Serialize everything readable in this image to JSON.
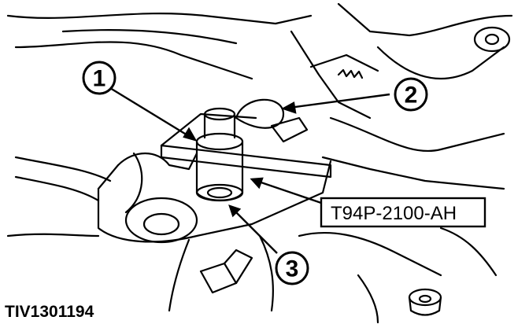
{
  "figure": {
    "figure_id": "TIV1301194",
    "tool_label": "T94P-2100-AH",
    "callouts": [
      {
        "number": "1",
        "target": "spacer-sleeve"
      },
      {
        "number": "2",
        "target": "wire-loop-clip"
      },
      {
        "number": "3",
        "target": "bushing-bore"
      }
    ]
  },
  "style": {
    "ink": "#000000",
    "paper": "#ffffff"
  }
}
